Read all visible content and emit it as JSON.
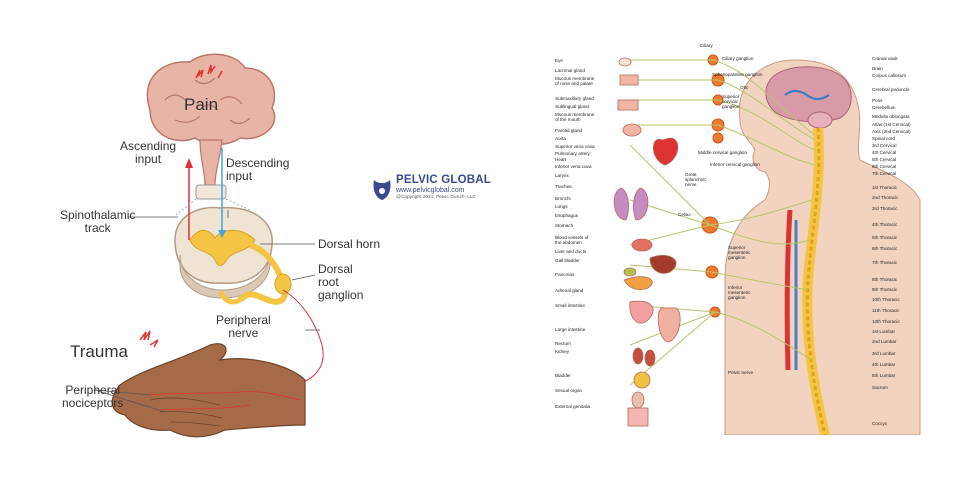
{
  "left": {
    "labels": {
      "pain": "Pain",
      "ascending": "Ascending\ninput",
      "descending": "Descending\ninput",
      "spinothalamic": "Spinothalamic\ntrack",
      "dorsal_horn": "Dorsal horn",
      "dorsal_root": "Dorsal root\nganglion",
      "peripheral_nerve": "Peripheral\nnerve",
      "trauma": "Trauma",
      "nociceptors": "Peripheral\nnociceptors"
    }
  },
  "logo": {
    "title": "PELVIC GLOBAL",
    "url": "www.pelvicglobal.com",
    "copyright": "@Copyright 2021, Pelvic Guru®, LLC"
  },
  "right": {
    "left_labels": [
      "Eye",
      "Lacrimal gland",
      "Mucous membrane\nof nose and palate",
      "Submaxillary gland",
      "Sublingual gland",
      "Mucous membrane\nof the mouth",
      "Parotid gland",
      "Aorta",
      "Superior vena cava",
      "Pulmonary artery",
      "Heart",
      "Inferior vena cava",
      "Larynx",
      "Trachea",
      "Bronchi",
      "Lungs",
      "Esophagus",
      "Stomach",
      "Blood vessels of\nthe abdomen",
      "Liver and ducts",
      "Gall bladder",
      "Pancreas",
      "Adrenal gland",
      "Small intestine",
      "Large intestine",
      "Rectum",
      "Kidney",
      "Bladder",
      "Sexual organ",
      "External genitalia"
    ],
    "right_labels": [
      "Cranial vault",
      "Brain",
      "Corpus callosum",
      "Cerebral peduncle",
      "Pons",
      "Cerebellum",
      "Medulla oblongata",
      "Atlas (1st Cervical)",
      "Axis (2nd Cervical)",
      "Spinal cord",
      "3rd Cervical",
      "4th Cervical",
      "5th Cervical",
      "6th Cervical",
      "7th Cervical",
      "1st Thoracic",
      "2nd Thoracic",
      "3rd Thoracic",
      "4th Thoracic",
      "5th Thoracic",
      "6th Thoracic",
      "7th Thoracic",
      "8th Thoracic",
      "9th Thoracic",
      "10th Thoracic",
      "11th Thoracic",
      "12th Thoracic",
      "1st Lumbar",
      "2nd Lumbar",
      "3rd Lumbar",
      "4th Lumbar",
      "5th Lumbar",
      "Sacrum",
      "Coccyx"
    ],
    "ganglia_labels": [
      "Ciliary",
      "Ciliary ganglion",
      "Sphenopalatine ganglion",
      "Otic",
      "Superior\ncervical\nganglion",
      "Middle cervical ganglion",
      "Inferior cervical ganglion",
      "Great\nsplanchnic\nnerve",
      "Celiac",
      "Superior\nmesenteric\nganglion",
      "Inferior\nmesenteric\nganglion",
      "Pelvic nerve"
    ]
  }
}
